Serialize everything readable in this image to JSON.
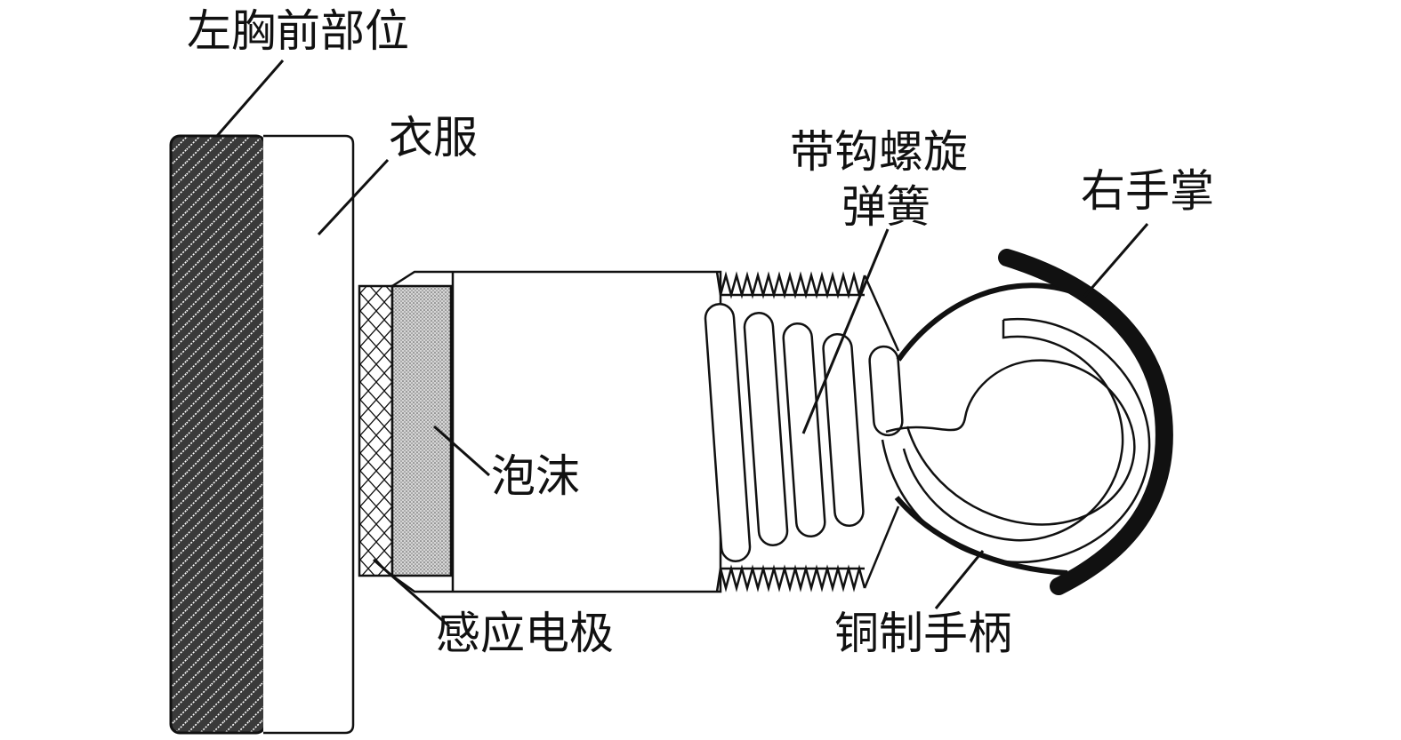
{
  "labels": {
    "chest": "左胸前部位",
    "clothes": "衣服",
    "foam": "泡沫",
    "electrode": "感应电极",
    "spring_line1": "带钩螺旋",
    "spring_line2": "弹簧",
    "palm": "右手掌",
    "handle": "铜制手柄"
  },
  "colors": {
    "chest_fill": "#3a3a3a",
    "hatch": "#ffffff",
    "foam_fill": "#cfcfcf",
    "palm": "#111111",
    "stroke": "#111111"
  }
}
